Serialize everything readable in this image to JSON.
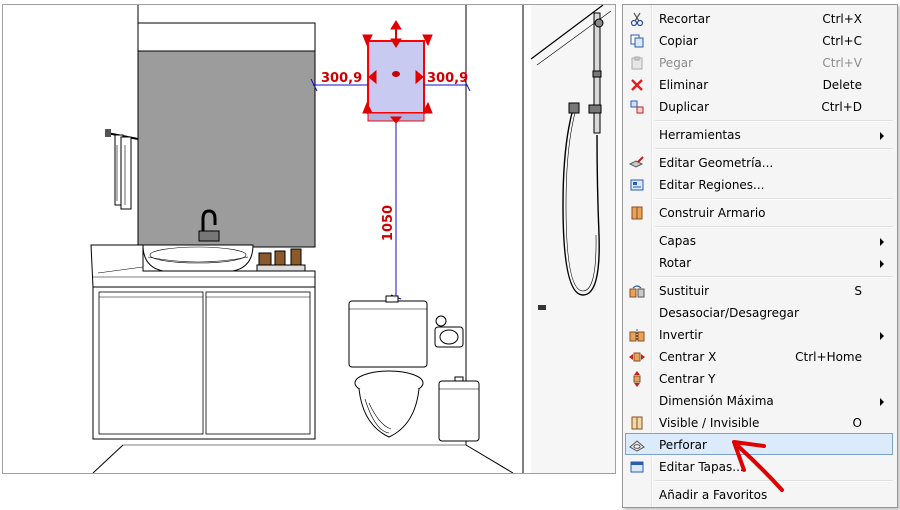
{
  "viewport": {
    "dimension_left": "300,9",
    "dimension_right": "300,9",
    "dimension_height": "1050"
  },
  "context_menu": {
    "items": [
      {
        "label": "Recortar",
        "shortcut": "Ctrl+X",
        "icon": "scissors-icon"
      },
      {
        "label": "Copiar",
        "shortcut": "Ctrl+C",
        "icon": "copy-icon"
      },
      {
        "label": "Pegar",
        "shortcut": "Ctrl+V",
        "icon": "paste-icon",
        "disabled": true
      },
      {
        "label": "Eliminar",
        "shortcut": "Delete",
        "icon": "delete-icon"
      },
      {
        "label": "Duplicar",
        "shortcut": "Ctrl+D",
        "icon": "duplicate-icon"
      },
      {
        "label": "Herramientas",
        "submenu": true
      },
      {
        "label": "Editar Geometría...",
        "icon": "edit-geometry-icon"
      },
      {
        "label": "Editar Regiones...",
        "icon": "edit-regions-icon"
      },
      {
        "label": "Construir Armario",
        "icon": "build-cabinet-icon"
      },
      {
        "label": "Capas",
        "submenu": true
      },
      {
        "label": "Rotar",
        "submenu": true
      },
      {
        "label": "Sustituir",
        "shortcut": "S",
        "icon": "replace-icon"
      },
      {
        "label": "Desasociar/Desagregar"
      },
      {
        "label": "Invertir",
        "submenu": true,
        "icon": "invert-icon"
      },
      {
        "label": "Centrar X",
        "shortcut": "Ctrl+Home",
        "icon": "center-x-icon"
      },
      {
        "label": "Centrar Y",
        "icon": "center-y-icon"
      },
      {
        "label": "Dimensión Máxima",
        "submenu": true
      },
      {
        "label": "Visible / Invisible",
        "shortcut": "O",
        "icon": "visibility-icon"
      },
      {
        "label": "Perforar",
        "icon": "perforate-icon",
        "highlighted": true
      },
      {
        "label": "Editar Tapas...",
        "icon": "edit-caps-icon"
      },
      {
        "label": "Añadir a Favoritos"
      }
    ]
  },
  "colors": {
    "highlight_bg": "#dcebfc",
    "highlight_border": "#7da2ce",
    "dimension_red": "#d10000",
    "dimension_line_blue": "#1010c0",
    "annotation_arrow": "#e00000"
  }
}
